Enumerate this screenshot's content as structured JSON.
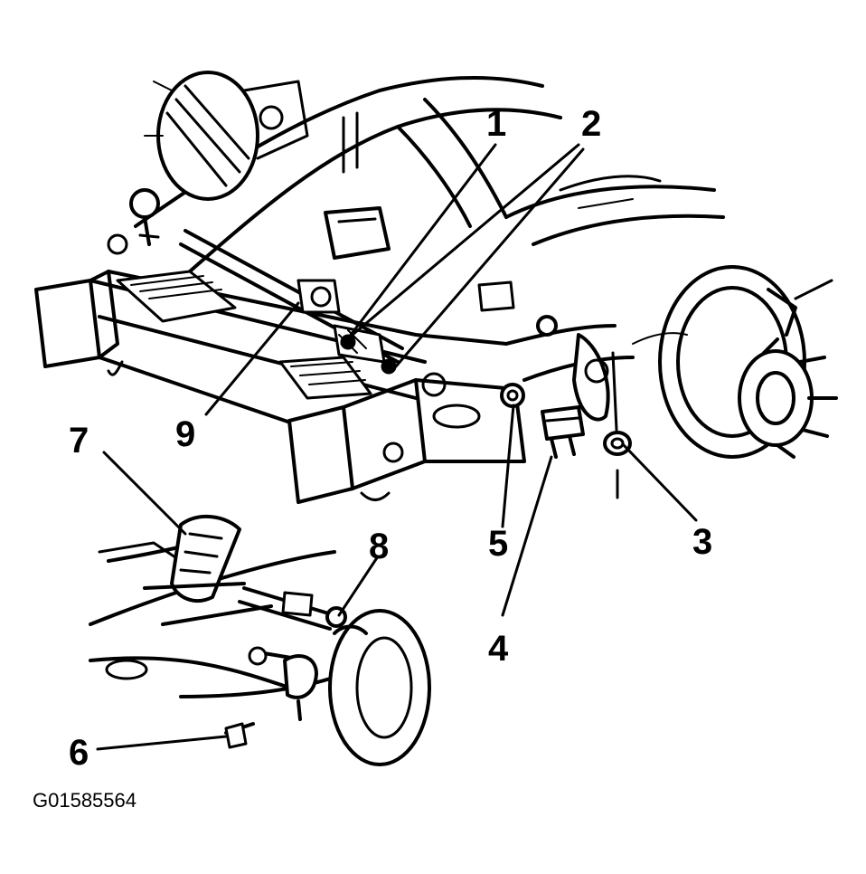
{
  "figure_id": "G01585564",
  "callouts": [
    {
      "id": "1",
      "label": "1"
    },
    {
      "id": "2",
      "label": "2"
    },
    {
      "id": "3",
      "label": "3"
    },
    {
      "id": "4",
      "label": "4"
    },
    {
      "id": "5",
      "label": "5"
    },
    {
      "id": "6",
      "label": "6"
    },
    {
      "id": "7",
      "label": "7"
    },
    {
      "id": "8",
      "label": "8"
    },
    {
      "id": "9",
      "label": "9"
    }
  ],
  "colors": {
    "ink": "#000000",
    "background": "#ffffff"
  }
}
